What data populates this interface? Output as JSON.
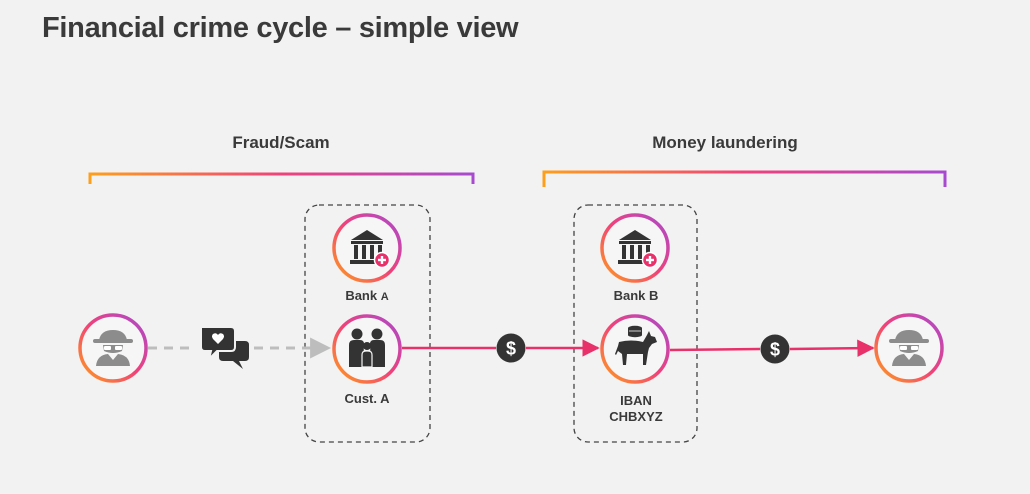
{
  "title": "Financial crime cycle – simple view",
  "sections": {
    "fraud": "Fraud/Scam",
    "laundering": "Money laundering"
  },
  "nodes": {
    "bank_a": {
      "name": "Bank",
      "suffix": "A",
      "icon": "bank-icon"
    },
    "customer_a": {
      "label": "Cust. A",
      "icon": "family-icon"
    },
    "bank_b": {
      "label": "Bank B",
      "icon": "bank-icon"
    },
    "iban": {
      "line1": "IBAN",
      "line2": "CHBXYZ",
      "icon": "money-mule-icon"
    },
    "criminal_start": {
      "icon": "spy-icon"
    },
    "criminal_end": {
      "icon": "spy-icon"
    }
  },
  "flow_icons": {
    "chat": "chat-heart-icon",
    "money": "dollar-icon"
  },
  "colors": {
    "gradient_start": "#ff9e1b",
    "gradient_mid": "#f0417a",
    "gradient_end": "#a84ad0",
    "flow_line": "#e8306a",
    "dashed_line": "#bdbdbd",
    "icon_dark": "#333333",
    "icon_grey": "#8c8c8c"
  }
}
